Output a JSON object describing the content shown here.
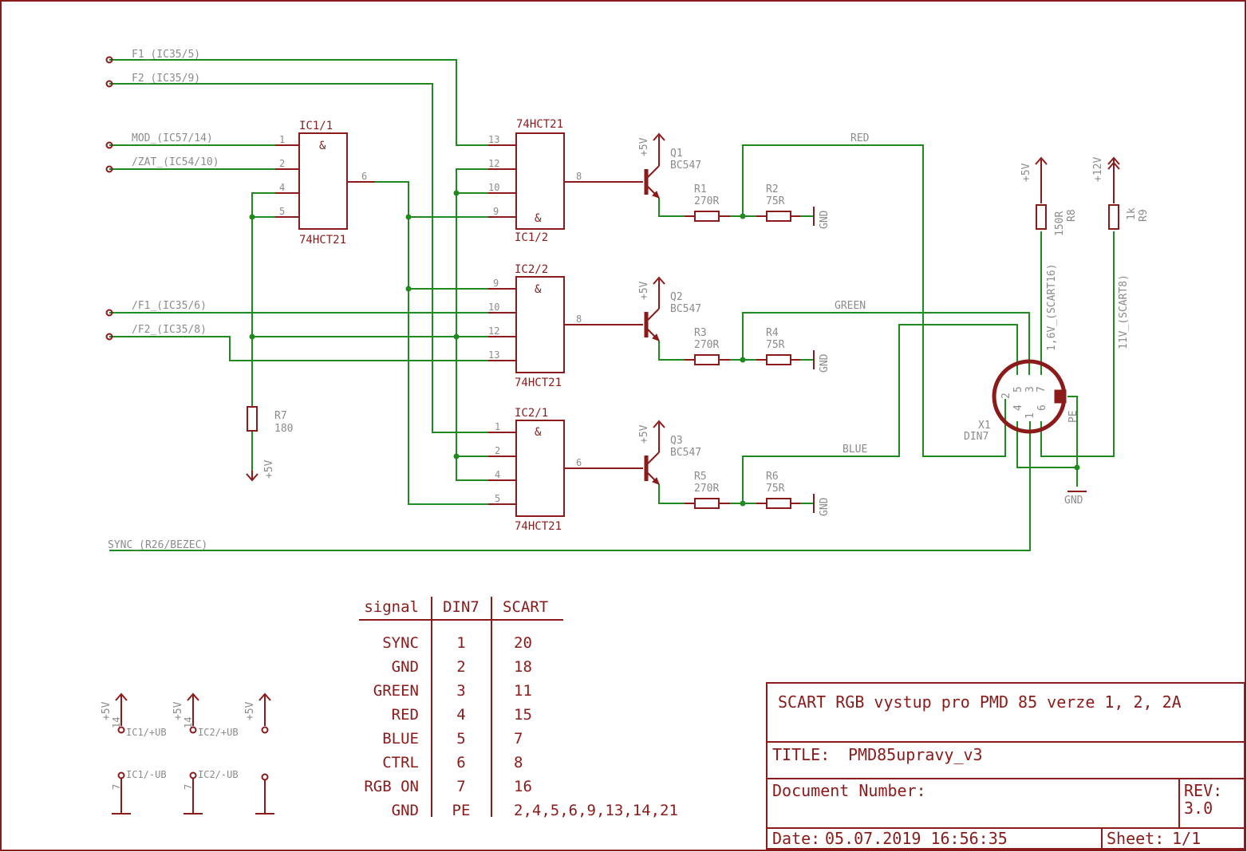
{
  "inputs": {
    "f1": "F1_(IC35/5)",
    "f2": "F2_(IC35/9)",
    "mod": "MOD_(IC57/14)",
    "zat": "/ZAT_(IC54/10)",
    "nf1": "/F1_(IC35/6)",
    "nf2": "/F2_(IC35/8)",
    "sync": "SYNC_(R26/BEZEC)"
  },
  "gates": {
    "ic11_name": "IC1/1",
    "ic11_type": "74HCT21",
    "ic12_name": "IC1/2",
    "ic12_type": "74HCT21",
    "ic22_name": "IC2/2",
    "ic22_type": "74HCT21",
    "ic21_name": "IC2/1",
    "ic21_type": "74HCT21",
    "and_symbol": "&"
  },
  "pins": {
    "ic11": [
      "1",
      "2",
      "4",
      "5",
      "6"
    ],
    "ic12": [
      "13",
      "12",
      "10",
      "9",
      "8"
    ],
    "ic22": [
      "9",
      "10",
      "12",
      "13",
      "8"
    ],
    "ic21": [
      "1",
      "2",
      "4",
      "5",
      "6"
    ]
  },
  "transistors": {
    "q1": "Q1",
    "q2": "Q2",
    "q3": "Q3",
    "type": "BC547"
  },
  "resistors": {
    "r1": "R1",
    "r1v": "270R",
    "r2": "R2",
    "r2v": "75R",
    "r3": "R3",
    "r3v": "270R",
    "r4": "R4",
    "r4v": "75R",
    "r5": "R5",
    "r5v": "270R",
    "r6": "R6",
    "r6v": "75R",
    "r7": "R7",
    "r7v": "180",
    "r8": "R8",
    "r8v": "150R",
    "r9": "R9",
    "r9v": "1k"
  },
  "power": {
    "p5v": "+5V",
    "p12v": "+12V",
    "gnd": "GND"
  },
  "nets": {
    "red": "RED",
    "green": "GREEN",
    "blue": "BLUE",
    "scart16": "1,6V_(SCART16)",
    "scart8": "11V_(SCART8)"
  },
  "connector": {
    "name": "X1",
    "type": "DIN7",
    "pins": [
      "5",
      "3",
      "7",
      "2",
      "4",
      "1",
      "6"
    ],
    "pe": "PE"
  },
  "supply": {
    "pin14": "14",
    "pin7": "7",
    "ic1_vb": "IC1/+UB",
    "ic2_vb": "IC2/+UB",
    "ic1_nub": "IC1/-UB",
    "ic2_nub": "IC2/-UB"
  },
  "table": {
    "headers": [
      "signal",
      "DIN7",
      "SCART"
    ],
    "rows": [
      [
        "SYNC",
        "1",
        "20"
      ],
      [
        "GND",
        "2",
        "18"
      ],
      [
        "GREEN",
        "3",
        "11"
      ],
      [
        "RED",
        "4",
        "15"
      ],
      [
        "BLUE",
        "5",
        "7"
      ],
      [
        "CTRL",
        "6",
        "8"
      ],
      [
        "RGB ON",
        "7",
        "16"
      ],
      [
        "GND",
        "PE",
        "2,4,5,6,9,13,14,21"
      ]
    ]
  },
  "titleblock": {
    "heading": "SCART RGB vystup pro PMD 85 verze 1, 2, 2A",
    "title_label": "TITLE:",
    "title_value": "PMD85upravy_v3",
    "docnum_label": "Document Number:",
    "rev_label": "REV:",
    "rev_value": "3.0",
    "date_label": "Date:",
    "date_value": "05.07.2019 16:56:35",
    "sheet_label": "Sheet:",
    "sheet_value": "1/1"
  },
  "colors": {
    "symbol": "#8b1a1a",
    "wire": "#1f8a1f",
    "label": "#8b8b8b"
  }
}
